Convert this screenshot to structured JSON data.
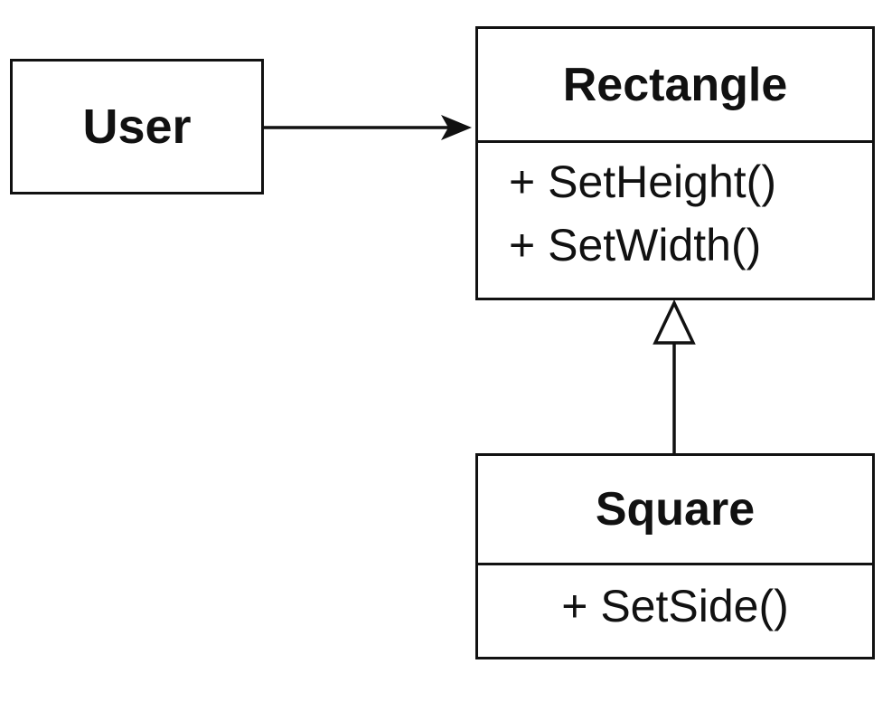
{
  "diagram": {
    "classes": [
      {
        "id": "user",
        "name": "User",
        "operations": []
      },
      {
        "id": "rectangle",
        "name": "Rectangle",
        "operations": [
          "+ SetHeight()",
          "+ SetWidth()"
        ]
      },
      {
        "id": "square",
        "name": "Square",
        "operations": [
          "+ SetSide()"
        ]
      }
    ],
    "relations": [
      {
        "from": "user",
        "to": "rectangle",
        "type": "association"
      },
      {
        "from": "square",
        "to": "rectangle",
        "type": "generalization"
      }
    ]
  }
}
